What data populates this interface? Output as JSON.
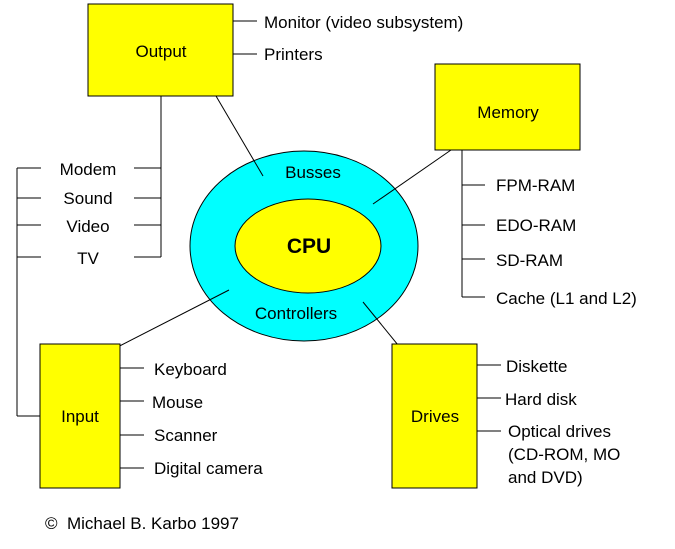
{
  "colors": {
    "box_fill": "#ffff00",
    "ring_fill": "#00ffff",
    "line": "#000000",
    "background": "#ffffff"
  },
  "center": {
    "cpu": "CPU",
    "busses": "Busses",
    "controllers": "Controllers"
  },
  "boxes": {
    "output": "Output",
    "memory": "Memory",
    "input": "Input",
    "drives": "Drives"
  },
  "output_items": [
    "Monitor (video subsystem)",
    "Printers"
  ],
  "left_items": [
    "Modem",
    "Sound",
    "Video",
    "TV"
  ],
  "memory_items": [
    "FPM-RAM",
    "EDO-RAM",
    "SD-RAM",
    "Cache (L1 and L2)"
  ],
  "input_items": [
    "Keyboard",
    "Mouse",
    "Scanner",
    "Digital camera"
  ],
  "drives_items": [
    "Diskette",
    "Hard disk",
    "Optical drives",
    "(CD-ROM, MO",
    "and DVD)"
  ],
  "copyright": "©  Michael B. Karbo 1997"
}
